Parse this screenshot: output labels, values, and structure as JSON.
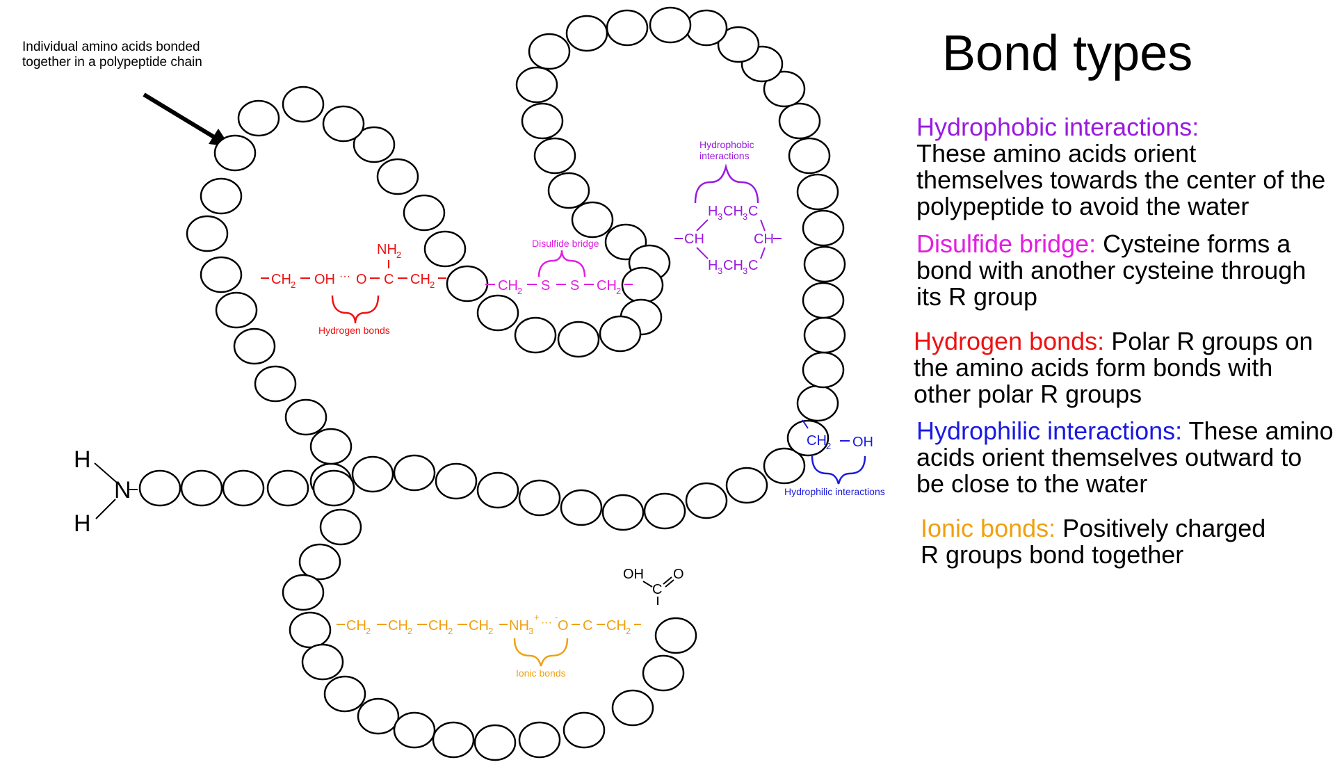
{
  "callout": {
    "text": "Individual amino acids bonded together in a polypeptide chain"
  },
  "amine": {
    "h_top": "H",
    "n": "N",
    "h_bottom": "H"
  },
  "legend": {
    "title": "Bond types",
    "entries": [
      {
        "id": "hydrophobic",
        "term": "Hydrophobic interactions:",
        "desc": "These amino acids orient themselves towards the center of the polypeptide to avoid the water",
        "color": "#9a1ae0",
        "newline": true
      },
      {
        "id": "disulfide",
        "term": "Disulfide bridge:",
        "desc": "Cysteine forms a bond with another cysteine through its R group",
        "color": "#e21ee2",
        "newline": false
      },
      {
        "id": "hydrogen",
        "term": "Hydrogen bonds:",
        "desc": "Polar R groups on the amino acids form bonds with other polar R groups",
        "color": "#ee1111",
        "newline": false
      },
      {
        "id": "hydrophilic",
        "term": "Hydrophilic interactions:",
        "desc": "These amino acids orient themselves outward to be close to the water",
        "color": "#1a1ae0",
        "newline": false
      },
      {
        "id": "ionic",
        "term": "Ionic bonds:",
        "desc": "Positively charged R groups bond together",
        "color": "#f0a010",
        "newline": false
      }
    ]
  },
  "colors": {
    "hydrogen": "#ee1111",
    "disulfide": "#e21ee2",
    "hydrophobic": "#9a1ae0",
    "hydrophilic": "#1a1ae0",
    "ionic": "#f0a010",
    "chain": "#000000"
  },
  "hydrogen_group": {
    "ch2_left": "CH",
    "sub_left": "2",
    "oh": "OH",
    "dots": "···",
    "o": "O",
    "c": "C",
    "ch2_right": "CH",
    "sub_right": "2",
    "nh2": "NH",
    "sub_nh2": "2",
    "label": "Hydrogen bonds"
  },
  "disulfide_group": {
    "ch2_left": "CH",
    "sub_left": "2",
    "s_left": "S",
    "s_right": "S",
    "ch2_right": "CH",
    "sub_right": "2",
    "label": "Disulfide bridge"
  },
  "hydrophobic_group": {
    "label_line1": "Hydrophobic",
    "label_line2": "interactions",
    "ch_left": "CH",
    "ch_right": "CH",
    "top_h": "H",
    "top_sub1": "3",
    "top_mid": "CH",
    "top_sub2": "3",
    "top_c": "C",
    "bot_h": "H",
    "bot_sub1": "3",
    "bot_mid": "CH",
    "bot_sub2": "3",
    "bot_c": "C"
  },
  "hydrophilic_group": {
    "ch2": "CH",
    "sub": "2",
    "oh": "OH",
    "label": "Hydrophilic interactions"
  },
  "ionic_group": {
    "ch2_1": "CH",
    "ch2_2": "CH",
    "ch2_3": "CH",
    "ch2_4": "CH",
    "sub": "2",
    "nh3": "NH",
    "sub_nh3": "3",
    "plus": "+",
    "dots": "···",
    "minus": "-",
    "o": "O",
    "c": "C",
    "ch2_5": "CH",
    "label": "Ionic bonds"
  },
  "carboxyl": {
    "oh": "OH",
    "c": "C",
    "o": "O"
  }
}
